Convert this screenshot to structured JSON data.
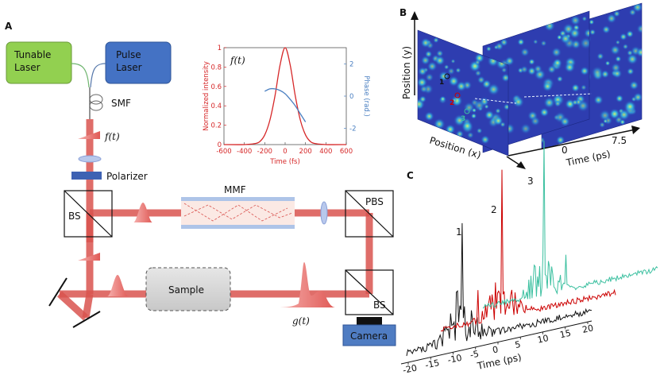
{
  "panels": {
    "a": "A",
    "b": "B",
    "c": "C"
  },
  "setup": {
    "tunable_laser": "Tunable\nLaser",
    "pulse_laser": "Pulse\nLaser",
    "smf": "SMF",
    "f_t": "f(t)",
    "polarizer": "Polarizer",
    "bs_top": "BS",
    "mmf": "MMF",
    "pbs": "PBS",
    "sample": "Sample",
    "bs_bottom": "BS",
    "g_t": "g(t)",
    "camera": "Camera"
  },
  "inset": {
    "title": "f(t)",
    "xlabel": "Time (fs)",
    "ylabel_left": "Normalized intensity",
    "ylabel_right": "Phase (rad.)",
    "xticks": [
      "-600",
      "-400",
      "-200",
      "0",
      "200",
      "400",
      "600"
    ],
    "yticks_left": [
      "0",
      "0.2",
      "0.4",
      "0.6",
      "0.8",
      "1"
    ],
    "yticks_right": [
      "-2",
      "0",
      "2"
    ]
  },
  "panel_b": {
    "ylabel": "Position (y)",
    "xlabel": "Position (x)",
    "tlabel": "Time (ps)",
    "tticks": [
      "0",
      "7.5"
    ],
    "markers": [
      "1",
      "2",
      "3"
    ]
  },
  "panel_c": {
    "xlabel": "Time (ps)",
    "xticks": [
      "-20",
      "-15",
      "-10",
      "-5",
      "0",
      "5",
      "10",
      "15",
      "20"
    ],
    "trace_labels": [
      "1",
      "2",
      "3"
    ]
  },
  "colors": {
    "beam": "#d9534f",
    "tunable": "#92d050",
    "pulse": "#4472c4",
    "inset_red": "#d62728",
    "inset_blue": "#4a7fc1",
    "trace1": "#111111",
    "trace2": "#cc0000",
    "trace3": "#3cc0a0"
  },
  "chart_data": {
    "type": "line",
    "title": "f(t)",
    "xlabel": "Time (fs)",
    "ylabel": "Normalized intensity",
    "ylabel_right": "Phase (rad.)",
    "xlim": [
      -600,
      600
    ],
    "ylim": [
      0,
      1
    ],
    "ylim_right": [
      -3,
      3
    ],
    "series": [
      {
        "name": "",
        "axis": "left",
        "x": [
          -600,
          -400,
          -300,
          -250,
          -200,
          -150,
          -100,
          -50,
          0,
          50,
          100,
          150,
          200,
          250,
          300,
          400,
          600
        ],
        "y": [
          0,
          0,
          0.01,
          0.03,
          0.1,
          0.25,
          0.5,
          0.82,
          1.0,
          0.82,
          0.5,
          0.25,
          0.1,
          0.03,
          0.01,
          0,
          0
        ]
      },
      {
        "name": "",
        "axis": "right",
        "x": [
          -200,
          -150,
          -100,
          -50,
          0,
          50,
          100,
          150,
          200
        ],
        "y": [
          0.3,
          0.45,
          0.45,
          0.35,
          0.15,
          -0.2,
          -0.6,
          -1.1,
          -1.6
        ]
      }
    ]
  }
}
